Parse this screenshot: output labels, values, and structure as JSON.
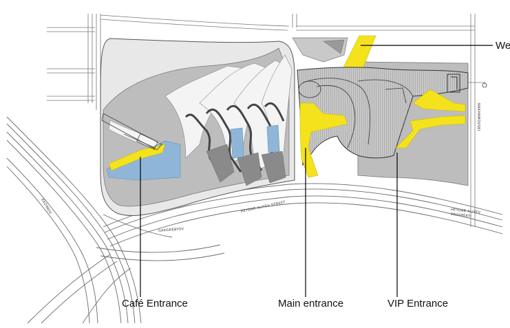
{
  "labels": {
    "cafe_entrance": "Café Entrance",
    "main_entrance": "Main entrance",
    "vip_entrance": "VIP Entrance",
    "west_entrance_partial": "We"
  },
  "streets": {
    "heydar_aliyev_street": "HEYDAR ALIYEV STREET",
    "heydar_aliyev_prospekti_1": "HEYDAR ALIYEV",
    "heydar_aliyev_prospekti_2": "PROSPEKTI",
    "gargrebyov": "GARGREBYOV",
    "left_road": "KAZIMOV",
    "right_road": "NAKHAMOVSKI"
  },
  "colors": {
    "ground": "#bdbdbd",
    "hatch": "#8e8e8e",
    "accent_yellow": "#f4e31c",
    "water_blue": "#8fb6d8",
    "road_line": "#6a6a6a",
    "leader": "#000000"
  }
}
